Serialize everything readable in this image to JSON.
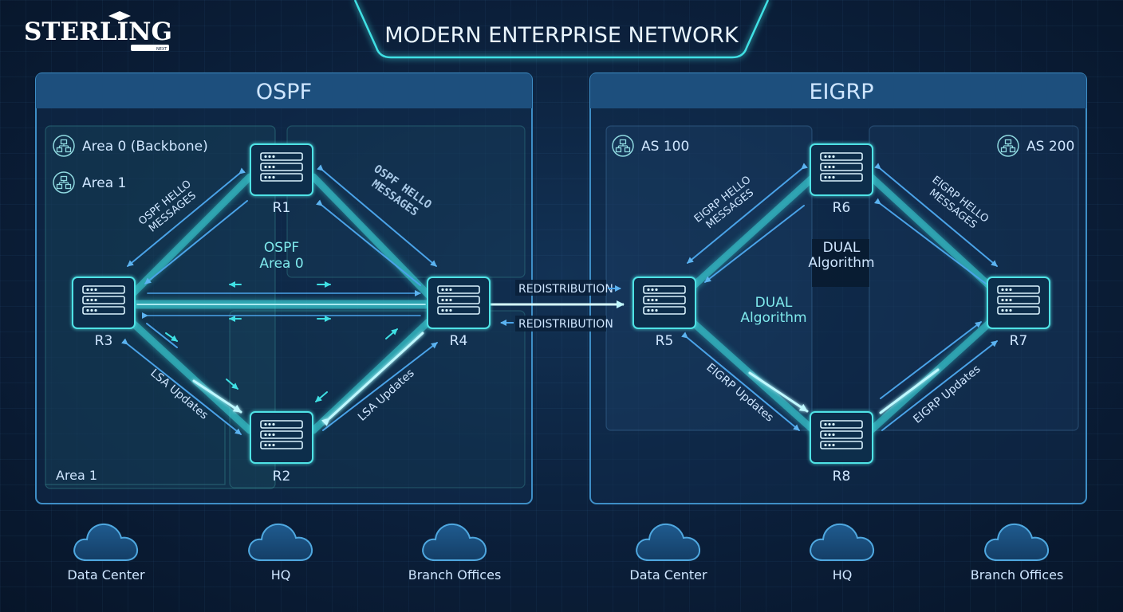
{
  "logo": {
    "text": "STERLING",
    "sub": "NEXT"
  },
  "title": "MODERN ENTERPRISE NETWORK",
  "ospf": {
    "header": "OSPF",
    "legend": [
      {
        "label": "Area 0 (Backbone)",
        "icon": "network-icon"
      },
      {
        "label": "Area 1",
        "icon": "network-icon"
      }
    ],
    "area_bottom_label": "Area 1",
    "center_label": [
      "OSPF",
      "Area 0"
    ],
    "hello_left": [
      "OSPF HELLO",
      "MESSAGES"
    ],
    "hello_right": [
      "OSPF HELLO",
      "MESSAGES"
    ],
    "lsa_left": "LSA Updates",
    "lsa_right": "LSA Updates",
    "routers": {
      "r1": "R1",
      "r2": "R2",
      "r3": "R3",
      "r4": "R4"
    }
  },
  "redistribution": {
    "top": "REDISTRIBUTION",
    "bottom": "REDISTRIBUTION"
  },
  "eigrp": {
    "header": "EIGRP",
    "as_left": "AS 100",
    "as_right": "AS 200",
    "hello_left": [
      "EIGRP HELLO",
      "MESSAGES"
    ],
    "hello_right": [
      "EIGRP HELLO",
      "MESSAGES"
    ],
    "dual_top": [
      "DUAL",
      "Algorithm"
    ],
    "dual_mid": [
      "DUAL",
      "Algorithm"
    ],
    "updates_left": "EIGRP Updates",
    "updates_right": "EIGRP Updates",
    "routers": {
      "r5": "R5",
      "r6": "R6",
      "r7": "R7",
      "r8": "R8"
    }
  },
  "clouds": [
    "Data Center",
    "HQ",
    "Branch Offices",
    "Data Center",
    "HQ",
    "Branch Offices"
  ],
  "colors": {
    "accent": "#3fe0e4",
    "panel_border": "#3e8ec6",
    "header_bg": "#1d4f7d",
    "router_border": "#4fe3e6",
    "arrow": "#4aa3e8"
  }
}
